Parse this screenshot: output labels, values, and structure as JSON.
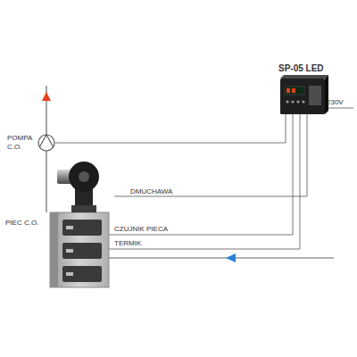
{
  "diagram": {
    "nodes": [
      {
        "text": [
          "SP-05 LED"
        ]
      },
      {
        "text": [
          "POMPA C.O."
        ]
      },
      {
        "text": [
          "DMUCHAWA"
        ]
      },
      {
        "text": [
          "PIEC C.O."
        ]
      }
    ],
    "edges": [
      {
        "from": 1,
        "to": 0,
        "arrow": "none"
      },
      {
        "from": 2,
        "to": 0,
        "arrow": "none"
      },
      {
        "from": 3,
        "to": 0,
        "label": "CZUJNIK PIECA",
        "arrow": "none"
      },
      {
        "from": 3,
        "to": 0,
        "label": "TERMIK",
        "arrow": "none"
      }
    ],
    "labels": [
      "230V"
    ]
  }
}
